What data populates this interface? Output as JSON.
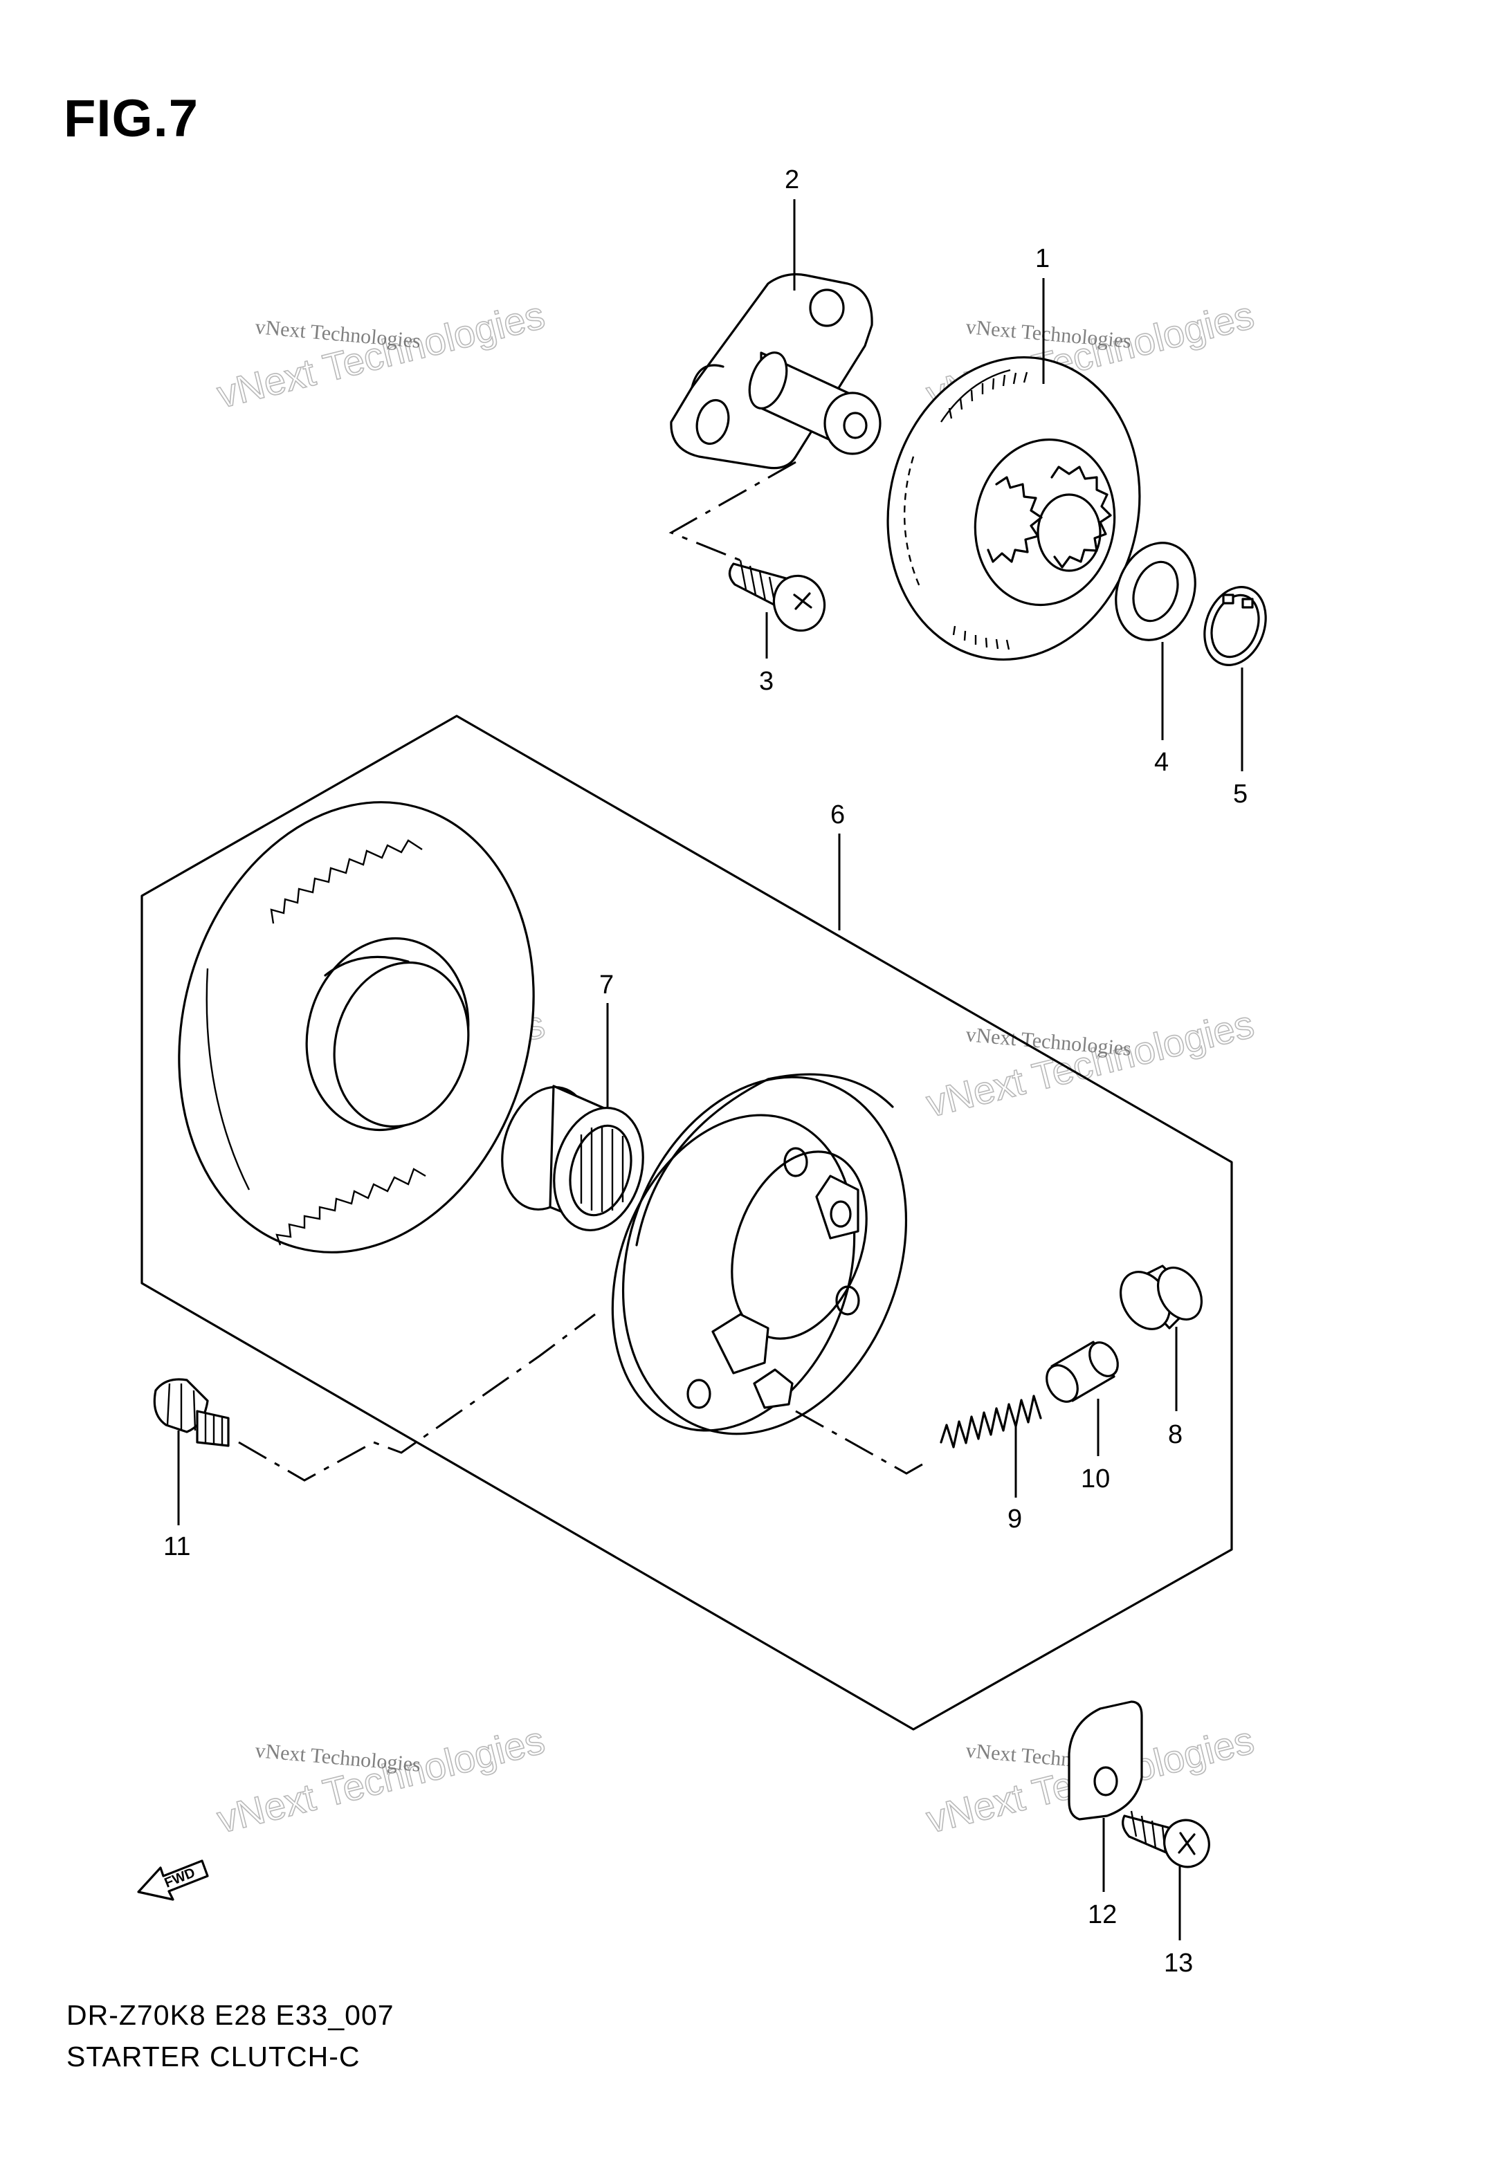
{
  "figure": {
    "title": "FIG.7",
    "footer_code": "DR-Z70K8 E28 E33_007",
    "footer_name": "STARTER CLUTCH-C"
  },
  "callouts": [
    "1",
    "2",
    "3",
    "4",
    "5",
    "6",
    "7",
    "8",
    "9",
    "10",
    "11",
    "12",
    "13"
  ],
  "watermark": {
    "line1": "vNext Technologies",
    "line2": "vNext Technologies"
  },
  "fwd_label": "FWD"
}
